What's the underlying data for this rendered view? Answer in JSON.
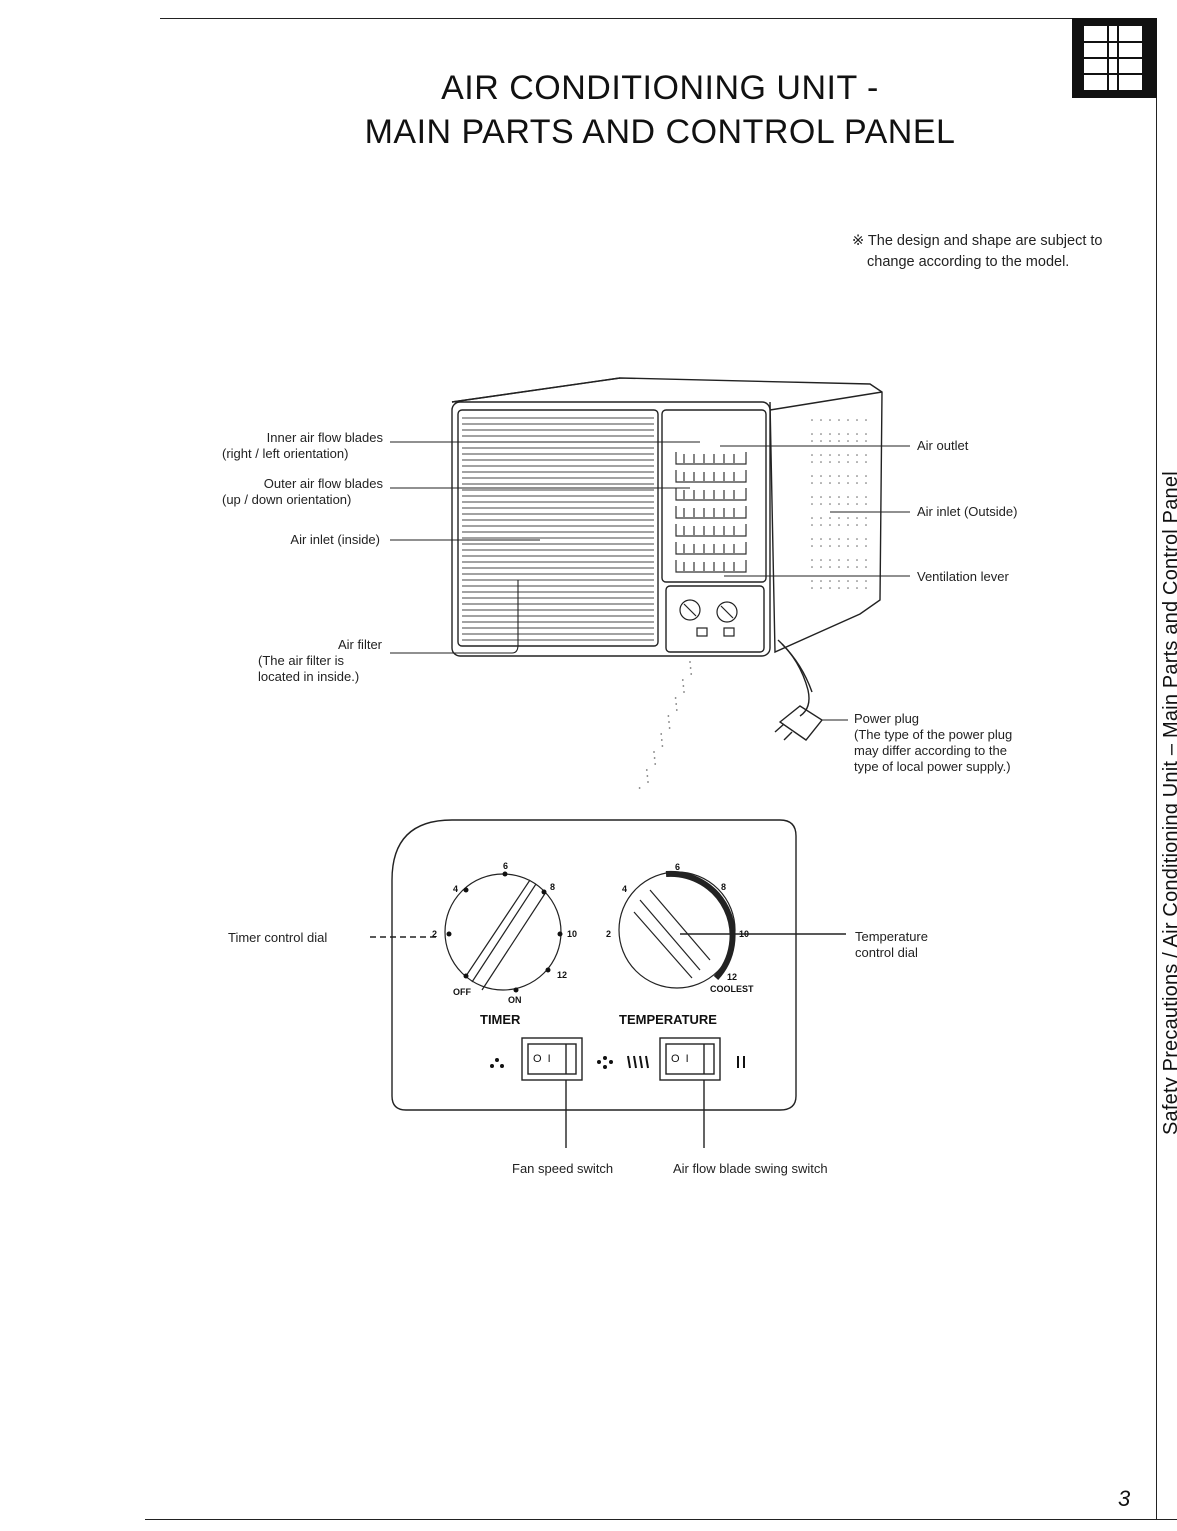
{
  "title": {
    "line1": "AIR CONDITIONING UNIT -",
    "line2": "MAIN PARTS AND CONTROL PANEL"
  },
  "note": {
    "line1": "※ The design and shape are subject to",
    "line2": "change according to the model."
  },
  "unit_labels_left": {
    "inner_blades": {
      "line1": "Inner air flow blades",
      "line2": "(right / left orientation)"
    },
    "outer_blades": {
      "line1": "Outer air flow blades",
      "line2": "(up / down orientation)"
    },
    "air_inlet_inside": "Air inlet (inside)",
    "air_filter": {
      "line1": "Air filter",
      "line2": "(The air filter is",
      "line3": "located in inside.)"
    }
  },
  "unit_labels_right": {
    "air_outlet": "Air outlet",
    "air_inlet_outside": "Air inlet (Outside)",
    "ventilation_lever": "Ventilation lever",
    "power_plug": {
      "line1": "Power plug",
      "line2": "(The type of the power plug",
      "line3": "may differ according to the",
      "line4": "type of local power supply.)"
    }
  },
  "control_panel": {
    "timer_dial_callout": "Timer control dial",
    "temperature_dial_callout": {
      "line1": "Temperature",
      "line2": "control dial"
    },
    "timer": {
      "label": "TIMER",
      "off": "OFF",
      "on": "ON",
      "ticks": [
        "2",
        "4",
        "6",
        "8",
        "10",
        "12"
      ]
    },
    "temperature": {
      "label": "TEMPERATURE",
      "coolest": "COOLEST",
      "ticks": [
        "2",
        "4",
        "6",
        "8",
        "10",
        "12"
      ]
    },
    "fan_speed_switch": "Fan speed switch",
    "swing_switch": "Air flow blade swing switch",
    "switch_marks": "O  I"
  },
  "side_tab": "Safety Precautions / Air Conditioning Unit – Main Parts and Control Panel",
  "page_number": "3"
}
